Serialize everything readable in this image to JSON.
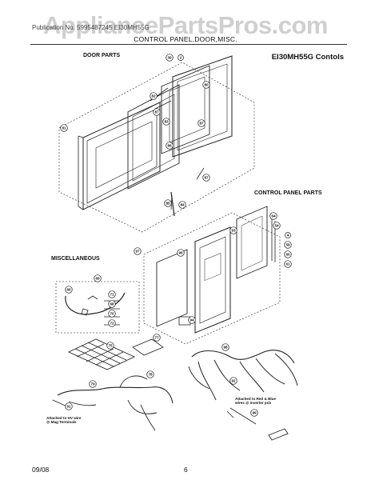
{
  "watermark": "AppliancePartsPros.com",
  "header": {
    "small_text": "Publication No. 5995487245   EI30MH55G",
    "title": "CONTROL PANEL,DOOR,MISC."
  },
  "sections": {
    "door": "DOOR PARTS",
    "control": "CONTROL PANEL PARTS",
    "misc": "MISCELLANEOUS"
  },
  "model": "EI30MH55G Contols",
  "notes": {
    "hv": "Attached to HV wire\n@ Mag Terminals",
    "inverter": "Attached to Red & Blue\nwires @ inverter pcb"
  },
  "footer": {
    "date": "09/08",
    "page": "6"
  },
  "callouts": [
    {
      "id": "c39",
      "label": "39"
    },
    {
      "id": "c2",
      "label": "2"
    },
    {
      "id": "c80",
      "label": "80"
    },
    {
      "id": "c82",
      "label": "82"
    },
    {
      "id": "c87a",
      "label": "87"
    },
    {
      "id": "c83",
      "label": "83"
    },
    {
      "id": "c86",
      "label": "86"
    },
    {
      "id": "c87b",
      "label": "87"
    },
    {
      "id": "c87c",
      "label": "87"
    },
    {
      "id": "c85",
      "label": "85"
    },
    {
      "id": "c84",
      "label": "84"
    },
    {
      "id": "c81",
      "label": "81"
    },
    {
      "id": "c64",
      "label": "64"
    },
    {
      "id": "c54",
      "label": "54"
    },
    {
      "id": "c4",
      "label": "4"
    },
    {
      "id": "c59",
      "label": "59"
    },
    {
      "id": "c60",
      "label": "60"
    },
    {
      "id": "c61",
      "label": "61"
    },
    {
      "id": "c97",
      "label": "97"
    },
    {
      "id": "c96",
      "label": "96"
    },
    {
      "id": "c93",
      "label": "93"
    },
    {
      "id": "c94",
      "label": "94"
    },
    {
      "id": "c69",
      "label": "69"
    },
    {
      "id": "c66",
      "label": "66"
    },
    {
      "id": "c71",
      "label": "71"
    },
    {
      "id": "c68",
      "label": "68"
    },
    {
      "id": "c70",
      "label": "70"
    },
    {
      "id": "c72",
      "label": "72"
    },
    {
      "id": "c75",
      "label": "75"
    },
    {
      "id": "c77",
      "label": "77"
    },
    {
      "id": "c98",
      "label": "98"
    },
    {
      "id": "c78",
      "label": "78"
    },
    {
      "id": "c79",
      "label": "79"
    },
    {
      "id": "c91",
      "label": "91"
    },
    {
      "id": "c92",
      "label": "92"
    },
    {
      "id": "c99",
      "label": "99"
    }
  ]
}
